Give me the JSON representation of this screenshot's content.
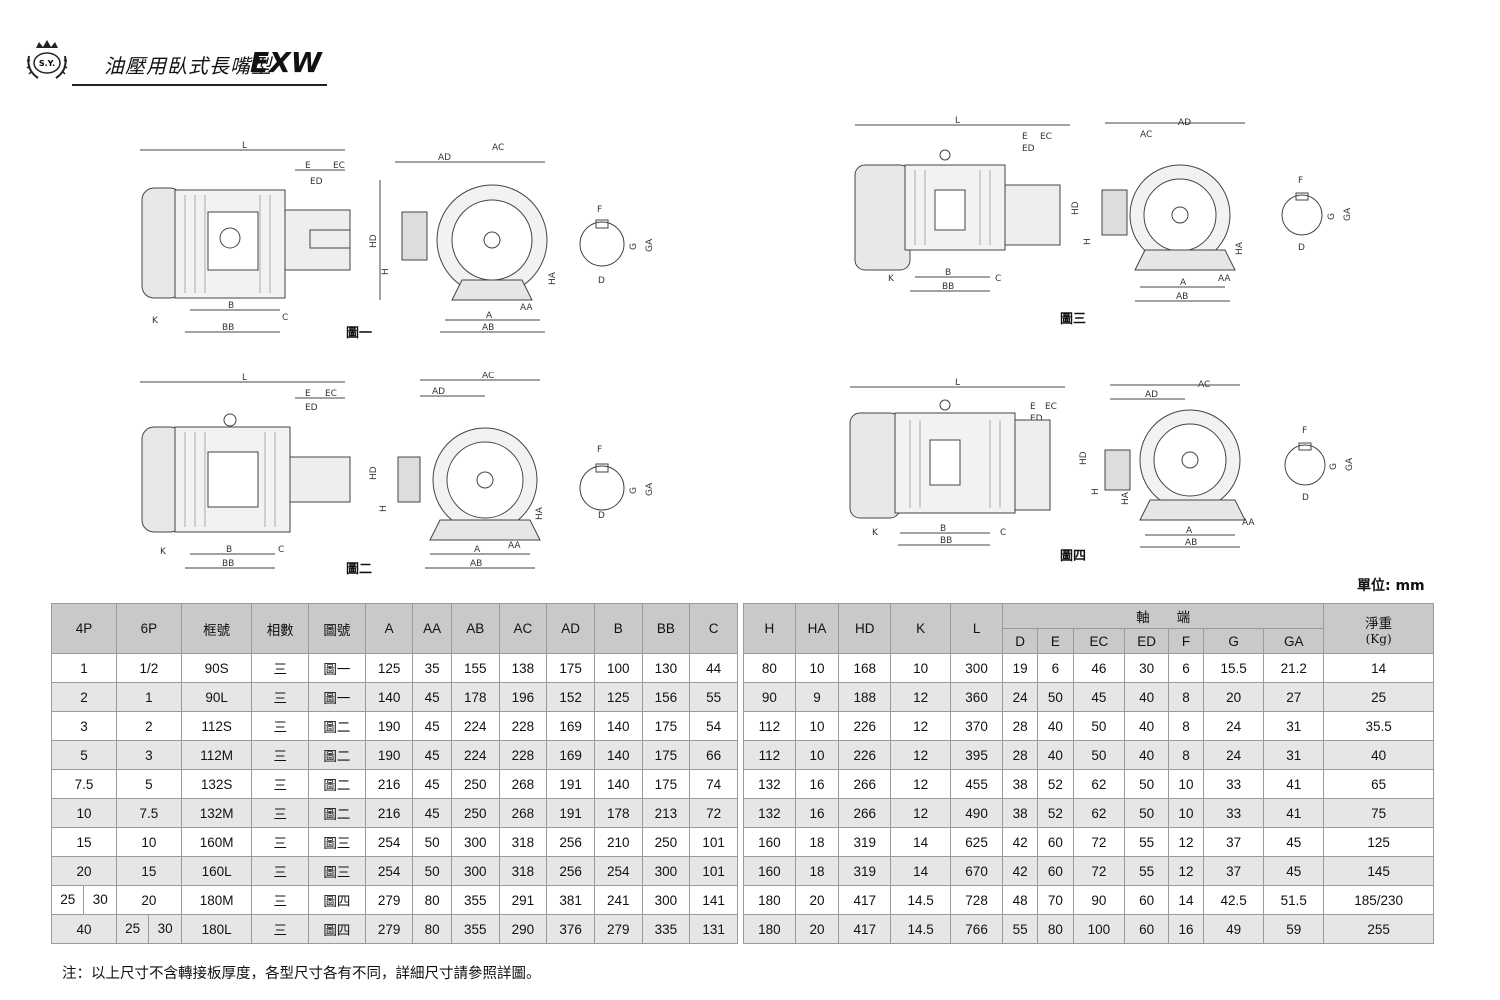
{
  "header": {
    "brand": "S.Y.",
    "title": "油壓用臥式長嘴型",
    "code": "EXW"
  },
  "figures": {
    "fig1": "圖一",
    "fig2": "圖二",
    "fig3": "圖三",
    "fig4": "圖四",
    "dims": {
      "L": "L",
      "E": "E",
      "EC": "EC",
      "ED": "ED",
      "AD": "AD",
      "AC": "AC",
      "HD": "HD",
      "H": "H",
      "HA": "HA",
      "A": "A",
      "AA": "AA",
      "AB": "AB",
      "B": "B",
      "BB": "BB",
      "C": "C",
      "K": "K",
      "F": "F",
      "G": "G",
      "GA": "GA",
      "D": "D"
    }
  },
  "unit": "單位: mm",
  "table_left": {
    "headers": [
      "4P",
      "6P",
      "框號",
      "相數",
      "圖號",
      "A",
      "AA",
      "AB",
      "AC",
      "AD",
      "B",
      "BB",
      "C"
    ],
    "rows": [
      [
        "1",
        "1/2",
        "90S",
        "三",
        "圖一",
        "125",
        "35",
        "155",
        "138",
        "175",
        "100",
        "130",
        "44"
      ],
      [
        "2",
        "1",
        "90L",
        "三",
        "圖一",
        "140",
        "45",
        "178",
        "196",
        "152",
        "125",
        "156",
        "55"
      ],
      [
        "3",
        "2",
        "112S",
        "三",
        "圖二",
        "190",
        "45",
        "224",
        "228",
        "169",
        "140",
        "175",
        "54"
      ],
      [
        "5",
        "3",
        "112M",
        "三",
        "圖二",
        "190",
        "45",
        "224",
        "228",
        "169",
        "140",
        "175",
        "66"
      ],
      [
        "7.5",
        "5",
        "132S",
        "三",
        "圖二",
        "216",
        "45",
        "250",
        "268",
        "191",
        "140",
        "175",
        "74"
      ],
      [
        "10",
        "7.5",
        "132M",
        "三",
        "圖二",
        "216",
        "45",
        "250",
        "268",
        "191",
        "178",
        "213",
        "72"
      ],
      [
        "15",
        "10",
        "160M",
        "三",
        "圖三",
        "254",
        "50",
        "300",
        "318",
        "256",
        "210",
        "250",
        "101"
      ],
      [
        "20",
        "15",
        "160L",
        "三",
        "圖三",
        "254",
        "50",
        "300",
        "318",
        "256",
        "254",
        "300",
        "101"
      ],
      [
        [
          "25",
          "30"
        ],
        "20",
        "180M",
        "三",
        "圖四",
        "279",
        "80",
        "355",
        "291",
        "381",
        "241",
        "300",
        "141"
      ],
      [
        "40",
        [
          "25",
          "30"
        ],
        "180L",
        "三",
        "圖四",
        "279",
        "80",
        "355",
        "290",
        "376",
        "279",
        "335",
        "131"
      ]
    ]
  },
  "table_right": {
    "headers": [
      "H",
      "HA",
      "HD",
      "K",
      "L"
    ],
    "shaft_group": "軸　　端",
    "shaft_headers": [
      "D",
      "E",
      "EC",
      "ED",
      "F",
      "G",
      "GA"
    ],
    "weight_header": "淨重",
    "weight_unit": "(Kg)",
    "rows": [
      [
        "80",
        "10",
        "168",
        "10",
        "300",
        "19",
        "6",
        "46",
        "30",
        "6",
        "15.5",
        "21.2",
        "14"
      ],
      [
        "90",
        "9",
        "188",
        "12",
        "360",
        "24",
        "50",
        "45",
        "40",
        "8",
        "20",
        "27",
        "25"
      ],
      [
        "112",
        "10",
        "226",
        "12",
        "370",
        "28",
        "40",
        "50",
        "40",
        "8",
        "24",
        "31",
        "35.5"
      ],
      [
        "112",
        "10",
        "226",
        "12",
        "395",
        "28",
        "40",
        "50",
        "40",
        "8",
        "24",
        "31",
        "40"
      ],
      [
        "132",
        "16",
        "266",
        "12",
        "455",
        "38",
        "52",
        "62",
        "50",
        "10",
        "33",
        "41",
        "65"
      ],
      [
        "132",
        "16",
        "266",
        "12",
        "490",
        "38",
        "52",
        "62",
        "50",
        "10",
        "33",
        "41",
        "75"
      ],
      [
        "160",
        "18",
        "319",
        "14",
        "625",
        "42",
        "60",
        "72",
        "55",
        "12",
        "37",
        "45",
        "125"
      ],
      [
        "160",
        "18",
        "319",
        "14",
        "670",
        "42",
        "60",
        "72",
        "55",
        "12",
        "37",
        "45",
        "145"
      ],
      [
        "180",
        "20",
        "417",
        "14.5",
        "728",
        "48",
        "70",
        "90",
        "60",
        "14",
        "42.5",
        "51.5",
        "185/230"
      ],
      [
        "180",
        "20",
        "417",
        "14.5",
        "766",
        "55",
        "80",
        "100",
        "60",
        "16",
        "49",
        "59",
        "255"
      ]
    ]
  },
  "note": "注：以上尺寸不含轉接板厚度，各型尺寸各有不同，詳細尺寸請參照詳圖。"
}
